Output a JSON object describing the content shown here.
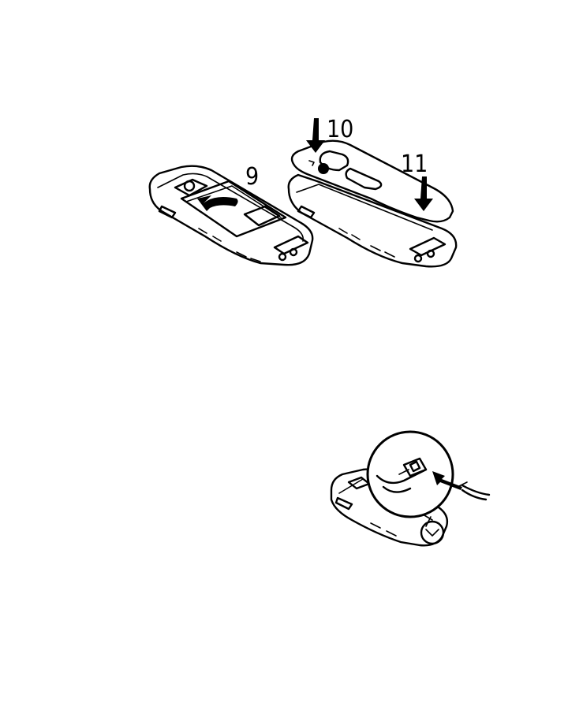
{
  "steps": {
    "step_9": "9",
    "step_10": "10",
    "step_11": "11"
  },
  "icons": [
    "arrow-icon",
    "phone-illustration",
    "back-cover-illustration",
    "magnifier-circle-icon",
    "wrist-strap-illustration"
  ]
}
